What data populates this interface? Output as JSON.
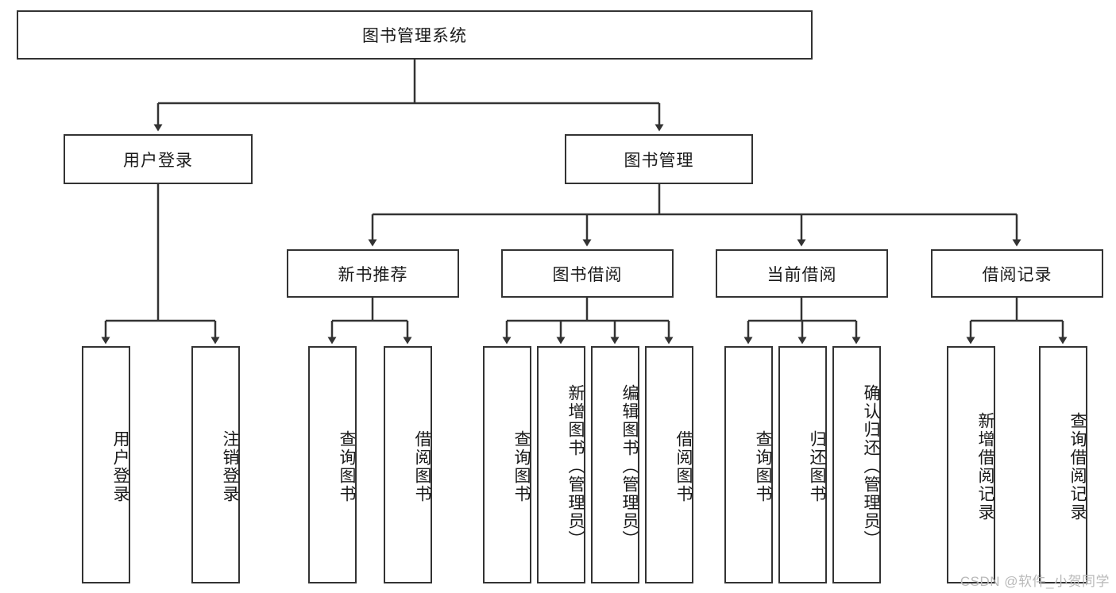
{
  "diagram": {
    "title": "图书管理系统",
    "watermark": "CSDN @软件_小贺同学",
    "line_color": "#333333",
    "box_fill": "#ffffff",
    "text_color": "#1a1a1a",
    "nodes": {
      "root": "图书管理系统",
      "user_login": "用户登录",
      "book_manage": "图书管理",
      "new_book_recommend": "新书推荐",
      "book_borrow": "图书借阅",
      "current_borrow": "当前借阅",
      "borrow_record": "借阅记录",
      "leaf_user_login": "用户登录",
      "leaf_logout_login": "注销登录",
      "leaf_query_book_1": "查询图书",
      "leaf_borrow_book_1": "借阅图书",
      "leaf_query_book_2": "查询图书",
      "leaf_add_book_admin": "新增图书（管理员）",
      "leaf_edit_book_admin": "编辑图书（管理员）",
      "leaf_borrow_book_2": "借阅图书",
      "leaf_query_book_3": "查询图书",
      "leaf_return_book": "归还图书",
      "leaf_confirm_return_admin": "确认归还（管理员）",
      "leaf_add_borrow_record": "新增借阅记录",
      "leaf_query_borrow_record": "查询借阅记录"
    }
  }
}
